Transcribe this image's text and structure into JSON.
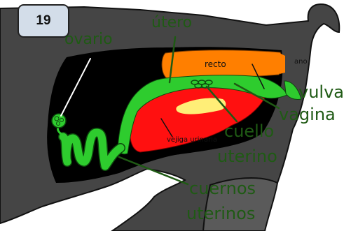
{
  "badge": {
    "number": "19"
  },
  "labels": {
    "ovario": "ovario",
    "utero": "útero",
    "recto": "recto",
    "ano": "ano",
    "vulva": "vulva",
    "vagina": "vagina",
    "cuello_line1": "cuello",
    "cuello_line2": "uterino",
    "vejiga": "vejiga urinaria",
    "cuernos_line1": "cuernos",
    "cuernos_line2": "uterinos"
  },
  "colors": {
    "body": "#454545",
    "abdomen": "#000000",
    "organ_green": "#2ecc2e",
    "label_green": "#1f5a14",
    "recto": "#ff7f00",
    "vejiga": "#ff1010",
    "yellow": "#ffee77",
    "badge_bg": "#d3dde9"
  }
}
